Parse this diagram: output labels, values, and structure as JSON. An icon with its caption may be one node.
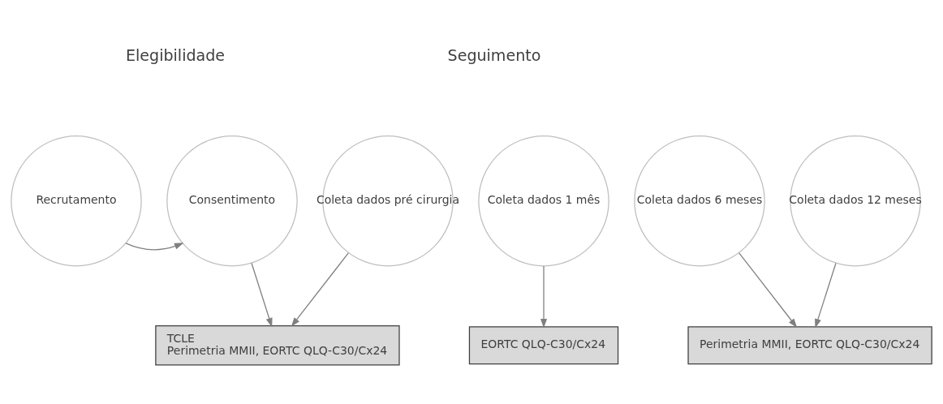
{
  "diagram": {
    "nodes": [
      {
        "text": [
          "Recrutamento"
        ]
      },
      {
        "text": [
          "Consentimento"
        ]
      },
      {
        "text": [
          "Coleta dados pré cirurgia"
        ]
      },
      {
        "text": [
          "Coleta dados 1 mês"
        ]
      },
      {
        "text": [
          "Coleta dados 6 meses"
        ]
      },
      {
        "text": [
          "Coleta dados 12 meses"
        ]
      },
      {
        "text": [
          "TCLE",
          "Perimetria MMII, EORTC QLQ-C30/Cx24"
        ]
      },
      {
        "text": [
          "EORTC QLQ-C30/Cx24"
        ]
      },
      {
        "text": [
          "Perimetria MMII, EORTC QLQ-C30/Cx24"
        ]
      }
    ],
    "edges": [
      {
        "from": 0,
        "to": 1,
        "arrow": "to"
      },
      {
        "from": 1,
        "to": 6,
        "arrow": "to"
      },
      {
        "from": 2,
        "to": 6,
        "arrow": "to"
      },
      {
        "from": 3,
        "to": 7,
        "arrow": "to"
      },
      {
        "from": 4,
        "to": 8,
        "arrow": "to"
      },
      {
        "from": 5,
        "to": 8,
        "arrow": "to"
      }
    ],
    "labels": [
      "Elegibilidade",
      "Seguimento"
    ]
  }
}
